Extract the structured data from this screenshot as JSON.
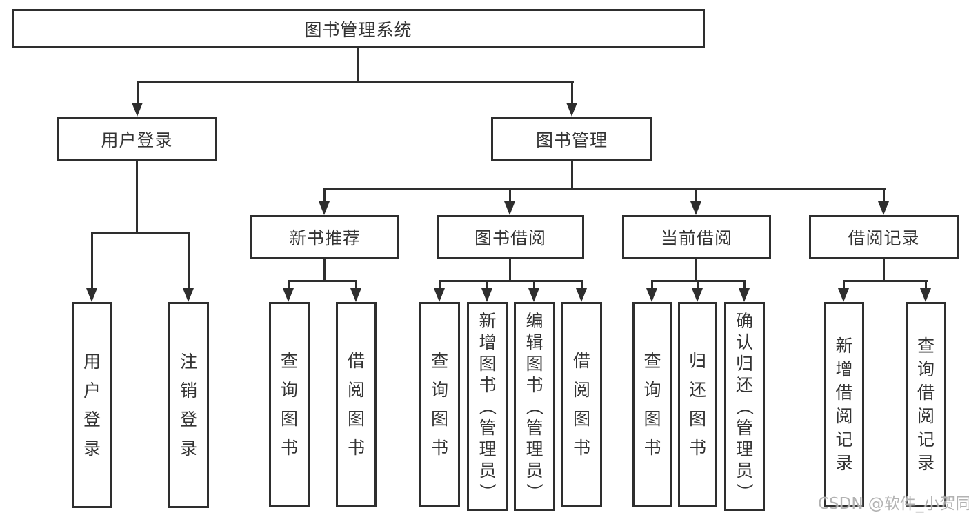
{
  "diagram_type": "tree",
  "colors": {
    "line": "#2e2e2e",
    "text": "#333333",
    "background": "#ffffff",
    "watermark": "#b2b2b2"
  },
  "tree": {
    "label": "图书管理系统",
    "children": [
      {
        "label": "用户登录",
        "children": [
          {
            "label": "用户登录"
          },
          {
            "label": "注销登录"
          }
        ]
      },
      {
        "label": "图书管理",
        "children": [
          {
            "label": "新书推荐",
            "children": [
              {
                "label": "查询图书"
              },
              {
                "label": "借阅图书"
              }
            ]
          },
          {
            "label": "图书借阅",
            "children": [
              {
                "label": "查询图书"
              },
              {
                "label": "新增图书（管理员）"
              },
              {
                "label": "编辑图书（管理员）"
              },
              {
                "label": "借阅图书"
              }
            ]
          },
          {
            "label": "当前借阅",
            "children": [
              {
                "label": "查询图书"
              },
              {
                "label": "归还图书"
              },
              {
                "label": "确认归还（管理员）"
              }
            ]
          },
          {
            "label": "借阅记录",
            "children": [
              {
                "label": "新增借阅记录"
              },
              {
                "label": "查询借阅记录"
              }
            ]
          }
        ]
      }
    ]
  },
  "watermark": {
    "text": "CSDN @软件_小贺同学"
  }
}
